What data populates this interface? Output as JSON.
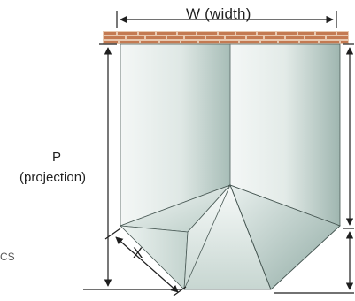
{
  "labels": {
    "width": "W  (width)",
    "p": "P",
    "projection": "(projection)",
    "x": "X",
    "edge_fragment": "CS"
  },
  "colors": {
    "brick": "#c47a52",
    "mortar": "#e9c9b0",
    "panel_light": "#eef3f1",
    "panel_dark": "#a3b9b3",
    "facet_light": "#f2f6f4",
    "facet_mid": "#c9d8d3",
    "facet_dark": "#8fa9a2",
    "line": "#1f1f1f"
  }
}
